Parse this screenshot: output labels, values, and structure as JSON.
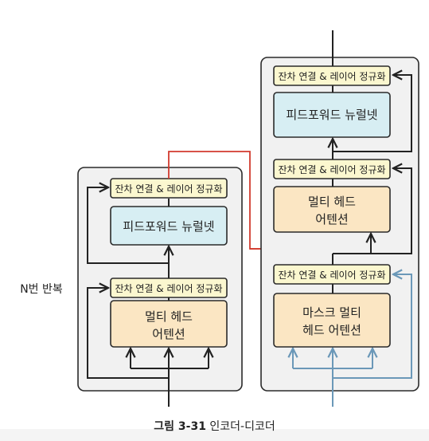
{
  "colors": {
    "panel_fill": "#f1f1f1",
    "panel_border": "#2a2a2a",
    "norm_fill": "#fbf7cf",
    "attention_fill": "#fbe6c3",
    "ffn_fill": "#d7eef3",
    "arrow_dark": "#222222",
    "arrow_red": "#d23a2e",
    "arrow_blue": "#6b98b8"
  },
  "encoder": {
    "repeat_label": "N번 반복",
    "norm_top": "잔차 연결 & 레이어 정규화",
    "ffn": "피드포워드 뉴럴넷",
    "norm_bottom": "잔차 연결 & 레이어 정규화",
    "attention_line1": "멀티 헤드",
    "attention_line2": "어텐션"
  },
  "decoder": {
    "norm_top": "잔차 연결 & 레이어 정규화",
    "ffn": "피드포워드 뉴럴넷",
    "norm_mid": "잔차 연결 & 레이어 정규화",
    "cross_attention_line1": "멀티 헤드",
    "cross_attention_line2": "어텐션",
    "norm_bottom": "잔차 연결 & 레이어 정규화",
    "masked_attention_line1": "마스크 멀티",
    "masked_attention_line2": "헤드 어텐션"
  },
  "caption": {
    "figure_number": "그림 3-31",
    "title": "인코더-디코더"
  }
}
